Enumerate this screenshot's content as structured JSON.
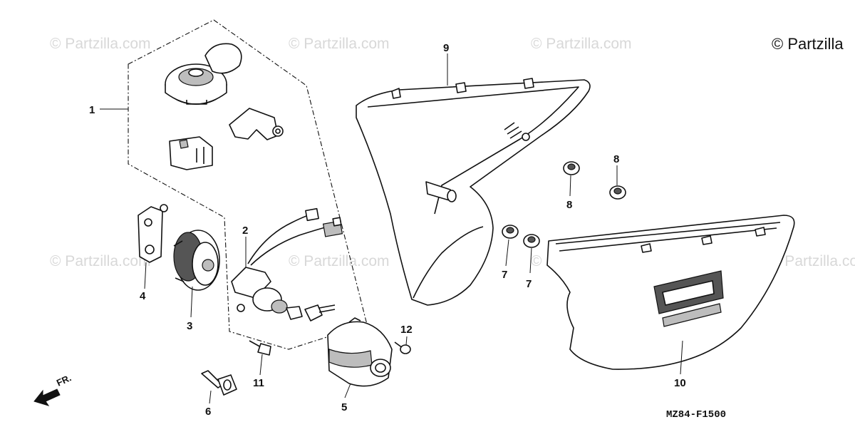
{
  "watermarks": {
    "text": "© Partzilla.com",
    "copyright": "© Partzilla"
  },
  "callouts": {
    "c1": "1",
    "c2": "2",
    "c3": "3",
    "c4": "4",
    "c5": "5",
    "c6": "6",
    "c7a": "7",
    "c7b": "7",
    "c8a": "8",
    "c8b": "8",
    "c9": "9",
    "c10": "10",
    "c11": "11",
    "c12": "12"
  },
  "diagram_code": "MZ84-F1500",
  "direction": {
    "label": "FR."
  },
  "colors": {
    "ink": "#111111",
    "watermark": "#d8d8d8"
  }
}
